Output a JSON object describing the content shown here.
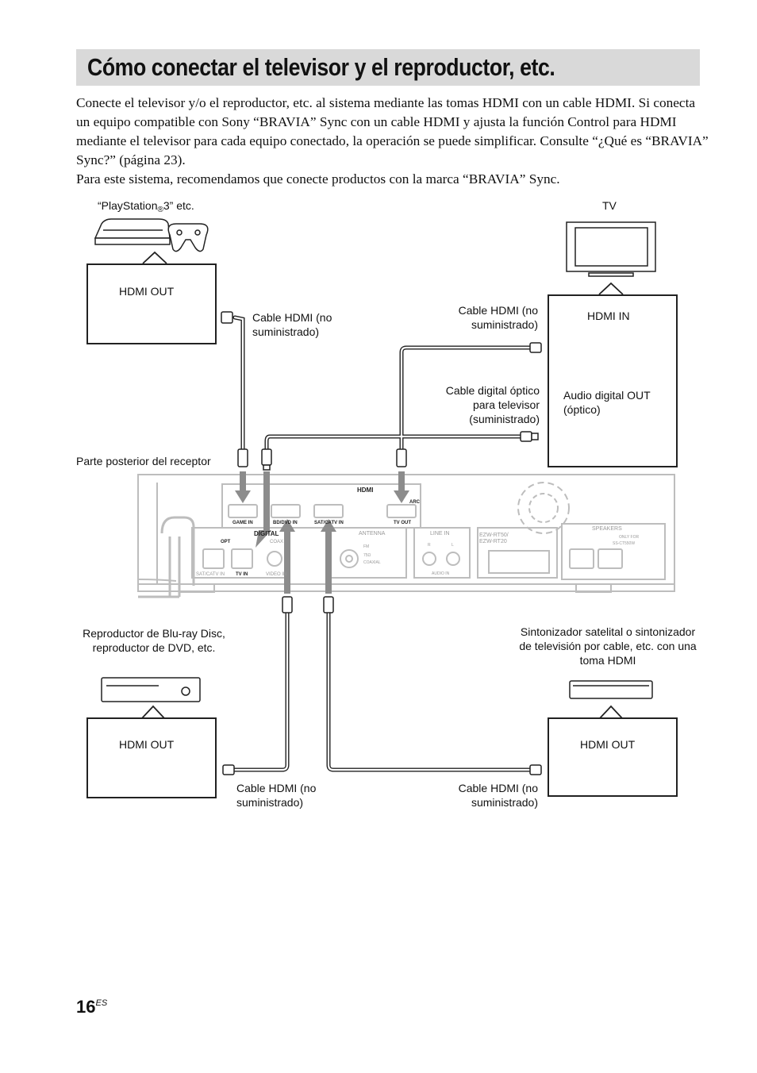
{
  "title": "Cómo conectar el televisor y el reproductor, etc.",
  "intro": {
    "p1": "Conecte el televisor y/o el reproductor, etc. al sistema mediante las tomas HDMI con un cable HDMI. Si conecta un equipo compatible con Sony “BRAVIA” Sync con un cable HDMI y ajusta la función Control para HDMI mediante el televisor para cada equipo conectado, la operación se puede simplificar. Consulte “¿Qué es “BRAVIA” Sync?” (página 23).",
    "p2": "Para este sistema, recomendamos que conecte productos con la marca “BRAVIA” Sync."
  },
  "devices": {
    "ps3_before": "“PlayStation",
    "ps3_reg": "®",
    "ps3_after": "3” etc.",
    "tv": "TV",
    "bluray": "Reproductor de Blu-ray Disc, reproductor de DVD, etc.",
    "satellite": "Sintonizador satelital o sintonizador de televisión por cable, etc. con una toma HDMI",
    "receiver_rear": "Parte posterior del receptor"
  },
  "boxes": {
    "ps3_port": "HDMI OUT",
    "tv_port": "HDMI IN",
    "tv_audio": "Audio digital OUT (óptico)",
    "bluray_port": "HDMI OUT",
    "sat_port": "HDMI OUT"
  },
  "cables": {
    "ps3": "Cable HDMI (no suministrado)",
    "tv": "Cable HDMI (no suministrado)",
    "optical": "Cable digital óptico para televisor (suministrado)",
    "bluray": "Cable HDMI (no suministrado)",
    "sat": "Cable HDMI (no suministrado)"
  },
  "panel": {
    "hdmi": "HDMI",
    "game_in": "GAME IN",
    "bd_in": "BD/DVD IN",
    "sat_in": "SAT/CATV IN",
    "tv_out": "TV OUT",
    "arc": "ARC",
    "digital": "DIGITAL",
    "opt": "OPT",
    "coax": "COAX",
    "sat_catv_in": "SAT/CATV IN",
    "tv_in": "TV IN",
    "video_in": "VIDEO IN",
    "antenna": "ANTENNA",
    "fm": "FM",
    "ohm": "75Ω",
    "coaxial": "COAXIAL",
    "line_in": "LINE IN",
    "r": "R",
    "l": "L",
    "audio_in": "AUDIO IN",
    "ezw1": "EZW-RT50/",
    "ezw2": "EZW-RT20",
    "speakers": "SPEAKERS",
    "only_for": "ONLY FOR",
    "model": "SS-CT550W"
  },
  "page": {
    "number": "16",
    "lang": "ES"
  }
}
